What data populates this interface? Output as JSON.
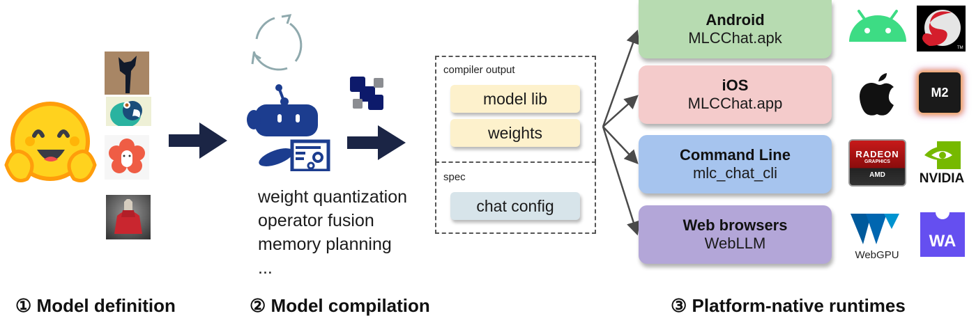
{
  "stages": [
    {
      "number": "①",
      "label": "Model definition"
    },
    {
      "number": "②",
      "label": "Model compilation"
    },
    {
      "number": "③",
      "label": "Platform-native runtimes"
    }
  ],
  "model_definition": {
    "icons": [
      "hugging-face-emoji",
      "llama-silhouette-thumbnail",
      "parrot-thumbnail",
      "sheep-flower-thumbnail",
      "alpaca-hoodie-thumbnail"
    ]
  },
  "compilation": {
    "optimizations": [
      "weight quantization",
      "operator fusion",
      "memory planning",
      "..."
    ],
    "icons": [
      "refresh-cycle-icon",
      "robot-document-icon",
      "tvm-blocks-logo"
    ]
  },
  "compiler_box": {
    "output_label": "compiler output",
    "outputs": [
      "model lib",
      "weights"
    ],
    "spec_label": "spec",
    "spec_items": [
      "chat config"
    ]
  },
  "runtimes": [
    {
      "title": "Android",
      "subtitle": "MLCChat.apk",
      "color": "#b7dbb1",
      "logos": [
        "android-logo",
        "snapdragon-logo"
      ]
    },
    {
      "title": "iOS",
      "subtitle": "MLCChat.app",
      "color": "#f4cbcb",
      "logos": [
        "apple-logo",
        "apple-m2-chip-logo"
      ]
    },
    {
      "title": "Command Line",
      "subtitle": "mlc_chat_cli",
      "color": "#a6c4ee",
      "logos": [
        "amd-radeon-logo",
        "nvidia-logo"
      ]
    },
    {
      "title": "Web browsers",
      "subtitle": "WebLLM",
      "color": "#b3a6d8",
      "logos": [
        "webgpu-logo",
        "webassembly-logo"
      ]
    }
  ],
  "logo_text": {
    "m2": "M2",
    "radeon": "RADEON",
    "graphics": "GRAPHICS",
    "amd": "AMD",
    "nvidia": "NVIDIA",
    "webgpu": "WebGPU",
    "wa": "WA",
    "tm": "TM"
  },
  "colors": {
    "arrow_dark": "#1b2545",
    "connector": "#4a4a4a",
    "robot_blue": "#1c3d8f",
    "cycle_gray": "#8fa9ad"
  }
}
